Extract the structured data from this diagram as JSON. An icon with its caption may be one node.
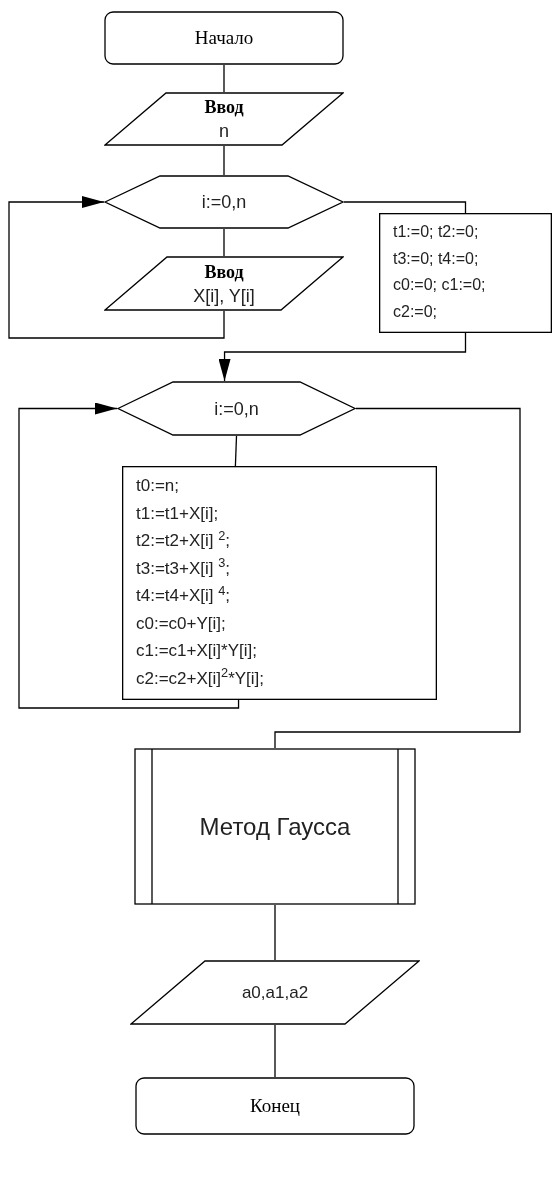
{
  "diagram": {
    "nodes": [
      {
        "text": [
          "Начало"
        ]
      },
      {
        "text": [
          "Ввод",
          "n"
        ]
      },
      {
        "text": [
          "i:=0,n"
        ]
      },
      {
        "text": [
          "Ввод",
          "X[i], Y[i]"
        ]
      },
      {
        "text": [
          "t1:=0; t2:=0; t3:=0; t4:=0; c0:=0; c1:=0; c2:=0;"
        ]
      },
      {
        "text": [
          "i:=0,n"
        ]
      },
      {
        "text": [
          "t0:=n;",
          "t1:=t1+X[i];",
          "t2:=t2+X[i] $^{2}$;",
          "t3:=t3+X[i] $^{3}$;",
          "t4:=t4+X[i] $^{4}$;",
          "c0:=c0+Y[i];",
          "c1:=c1+X[i]*Y[i];",
          "c2:=c2+X[i]$^{2}$*Y[i];"
        ]
      },
      {
        "text": [
          "Метод Гаусса"
        ]
      },
      {
        "text": [
          "a0,a1,a2"
        ]
      },
      {
        "text": [
          "Конец"
        ]
      }
    ],
    "edges": [
      {
        "from": 0,
        "to": 1,
        "arrow": "none"
      },
      {
        "from": 1,
        "to": 2,
        "arrow": "none"
      },
      {
        "from": 2,
        "to": 3,
        "arrow": "none"
      },
      {
        "from": 3,
        "to": 2,
        "arrow": "to"
      },
      {
        "from": 2,
        "to": 4,
        "arrow": "none"
      },
      {
        "from": 4,
        "to": 5,
        "arrow": "to"
      },
      {
        "from": 5,
        "to": 6,
        "arrow": "none"
      },
      {
        "from": 6,
        "to": 5,
        "arrow": "to"
      },
      {
        "from": 5,
        "to": 7,
        "arrow": "none"
      },
      {
        "from": 7,
        "to": 8,
        "arrow": "none"
      },
      {
        "from": 8,
        "to": 9,
        "arrow": "none"
      }
    ]
  }
}
